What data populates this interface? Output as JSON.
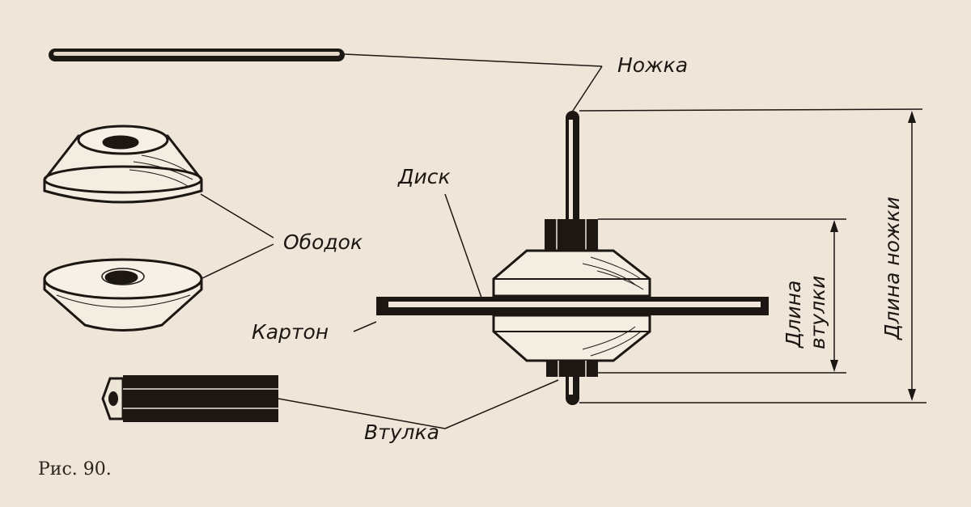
{
  "figure": {
    "caption": "Рис. 90.",
    "labels": {
      "leg": "Ножка",
      "disk": "Диск",
      "rim": "Ободок",
      "cardboard": "Картон",
      "bushing": "Втулка",
      "bushing_length_line1": "Длина",
      "bushing_length_line2": "втулки",
      "leg_length": "Длина ножки"
    }
  },
  "colors": {
    "paper": "#efe6d9",
    "ink": "#1c1712"
  }
}
